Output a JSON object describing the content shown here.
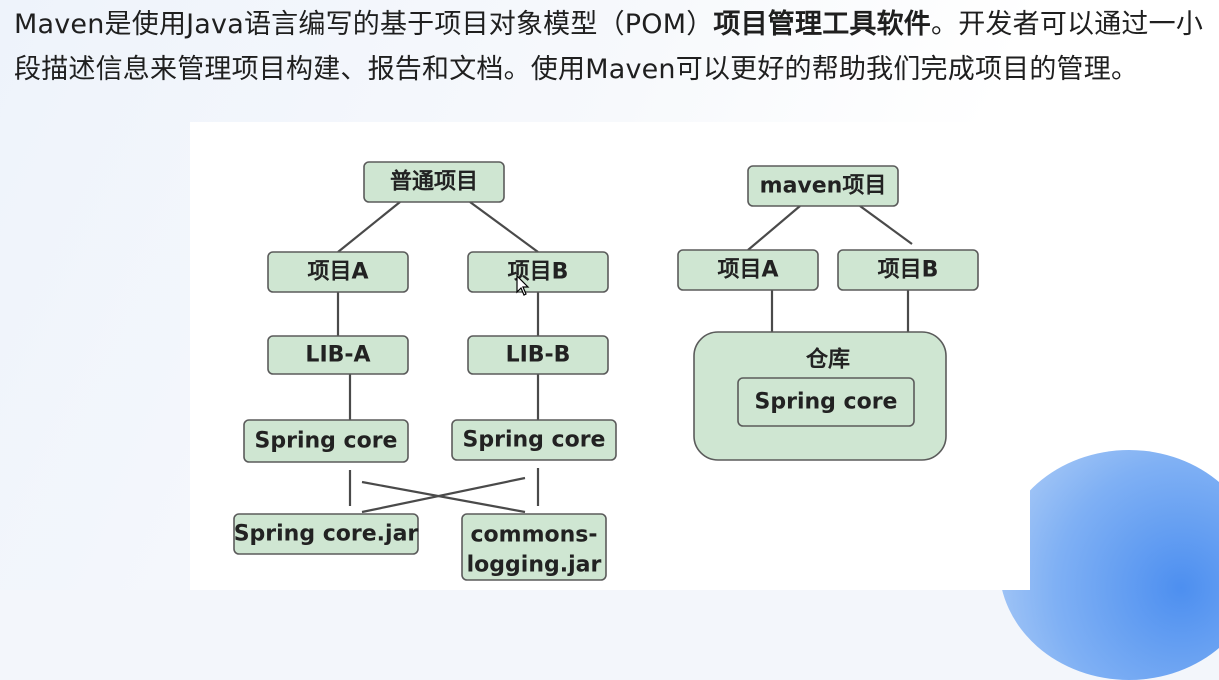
{
  "intro": {
    "part1": "Maven是使用Java语言编写的基于项目对象模型（POM）",
    "bold": "项目管理工具软件",
    "part2": "。开发者可以通过一小段描述信息来管理项目构建、报告和文档。使用Maven可以更好的帮助我们完成项目的管理。"
  },
  "left_tree": {
    "root": "普通项目",
    "project_a": "项目A",
    "project_b": "项目B",
    "lib_a": "LIB-A",
    "lib_b": "LIB-B",
    "spring_core_a": "Spring core",
    "spring_core_b": "Spring core",
    "jar_spring": "Spring core.jar",
    "jar_commons_line1": "commons-",
    "jar_commons_line2": "logging.jar"
  },
  "right_tree": {
    "root": "maven项目",
    "project_a": "项目A",
    "project_b": "项目B",
    "repository": "仓库",
    "spring_core": "Spring core"
  },
  "colors": {
    "node_fill": "#cfe6d2",
    "node_stroke": "#5b5b5b",
    "accent_blue": "#4d8ff0"
  }
}
